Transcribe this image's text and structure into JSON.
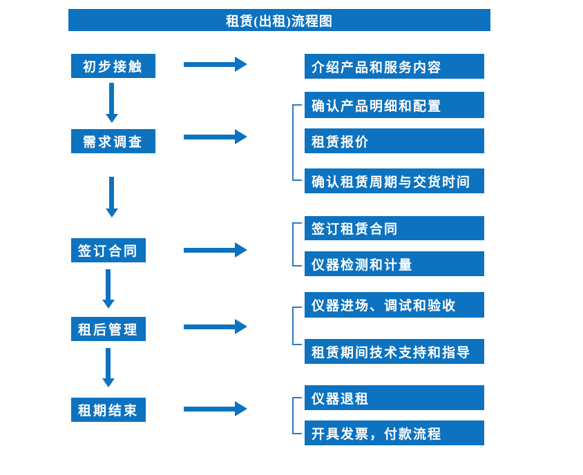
{
  "title": "租赁(出租)流程图",
  "colors": {
    "primary": "#0d72bf",
    "bracket": "#2f79bd",
    "text_on_primary": "#ffffff",
    "background": "#ffffff"
  },
  "flow": {
    "steps": [
      {
        "label": "初步接触",
        "items": [
          "介绍产品和服务内容"
        ]
      },
      {
        "label": "需求调查",
        "items": [
          "确认产品明细和配置",
          "租赁报价",
          "确认租赁周期与交货时间"
        ]
      },
      {
        "label": "签订合同",
        "items": [
          "签订租赁合同",
          "仪器检测和计量"
        ]
      },
      {
        "label": "租后管理",
        "items": [
          "仪器进场、调试和验收",
          "租赁期间技术支持和指导"
        ]
      },
      {
        "label": "租期结束",
        "items": [
          "仪器退租",
          "开具发票，付款流程"
        ]
      }
    ]
  }
}
